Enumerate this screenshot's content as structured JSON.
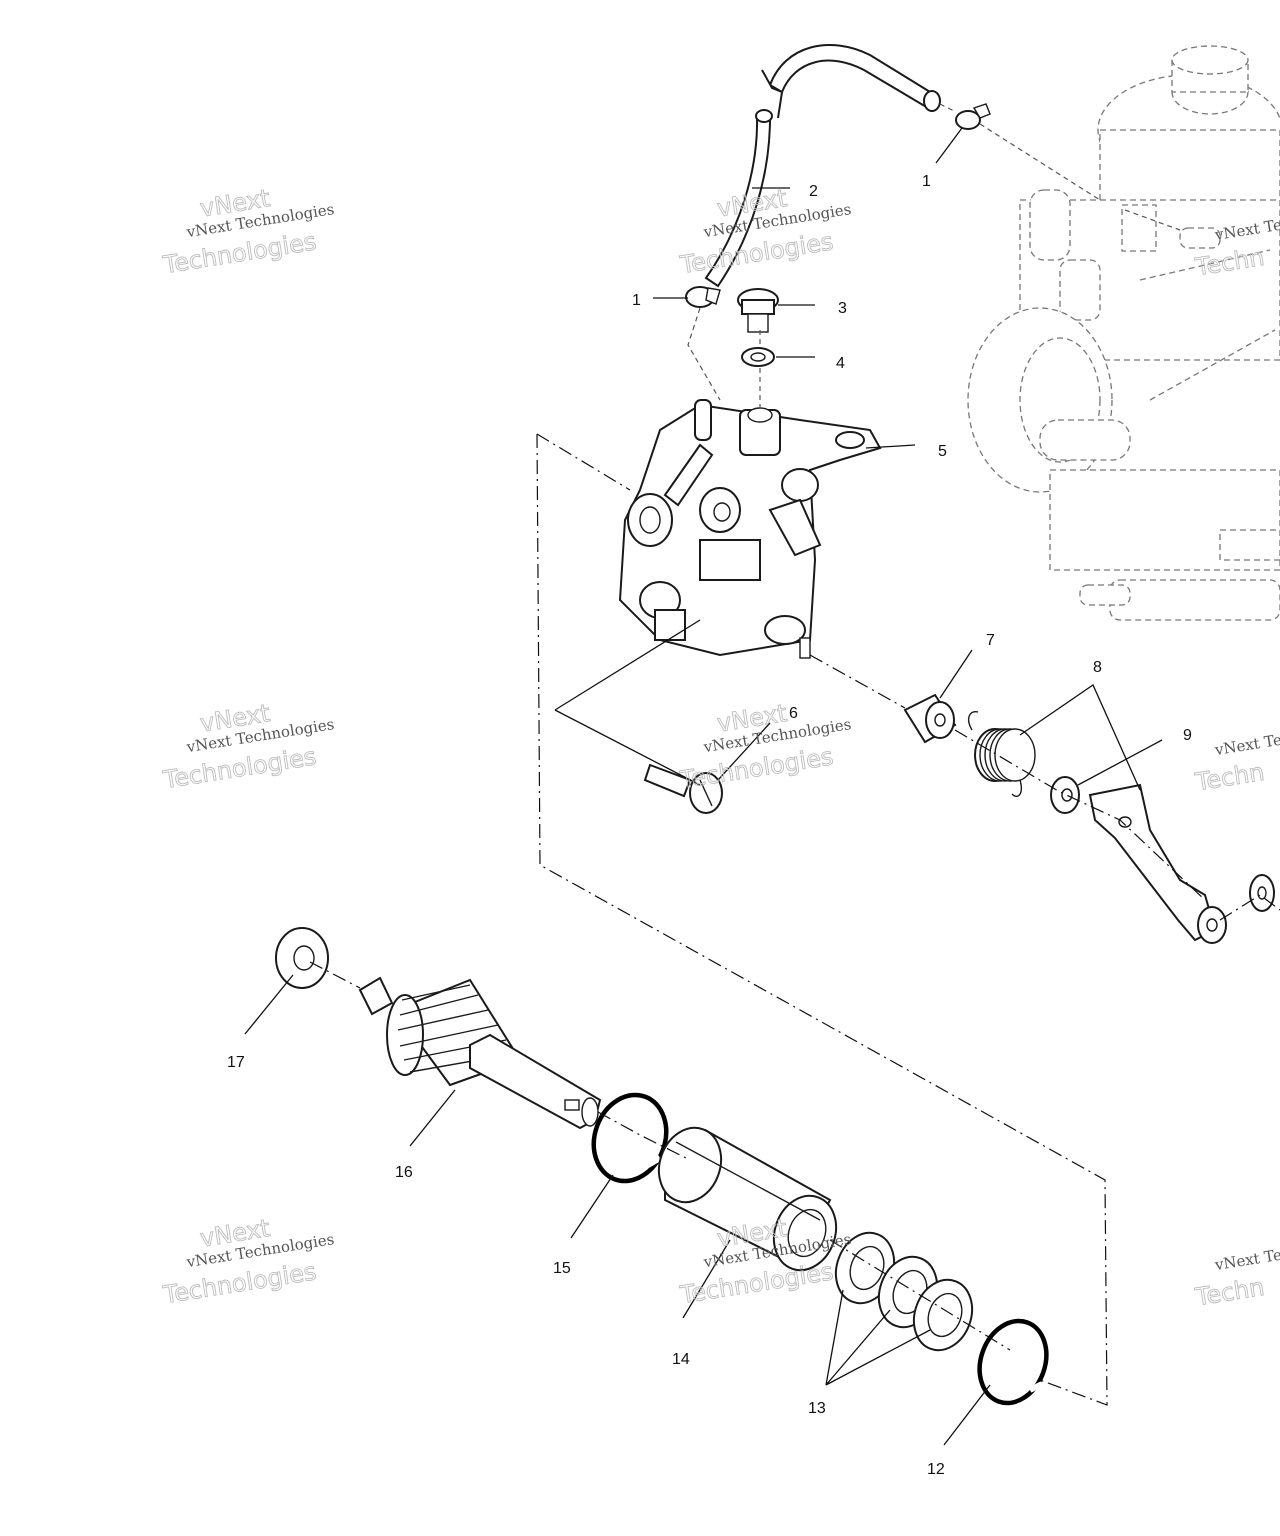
{
  "callouts": {
    "c1a": "1",
    "c1b": "1",
    "c2": "2",
    "c3": "3",
    "c4": "4",
    "c5": "5",
    "c6": "6",
    "c7": "7",
    "c8": "8",
    "c9": "9",
    "c12": "12",
    "c13": "13",
    "c14": "14",
    "c15": "15",
    "c16": "16",
    "c17": "17"
  },
  "watermark": {
    "line1": "vNext Technologies",
    "line2": "vNext",
    "line3": "Technologies",
    "edge1": "vNext Te",
    "edge2": "Techn"
  },
  "colors": {
    "ink": "#1a1a1a",
    "watermark": "#bdbdbd",
    "background": "#ffffff"
  }
}
